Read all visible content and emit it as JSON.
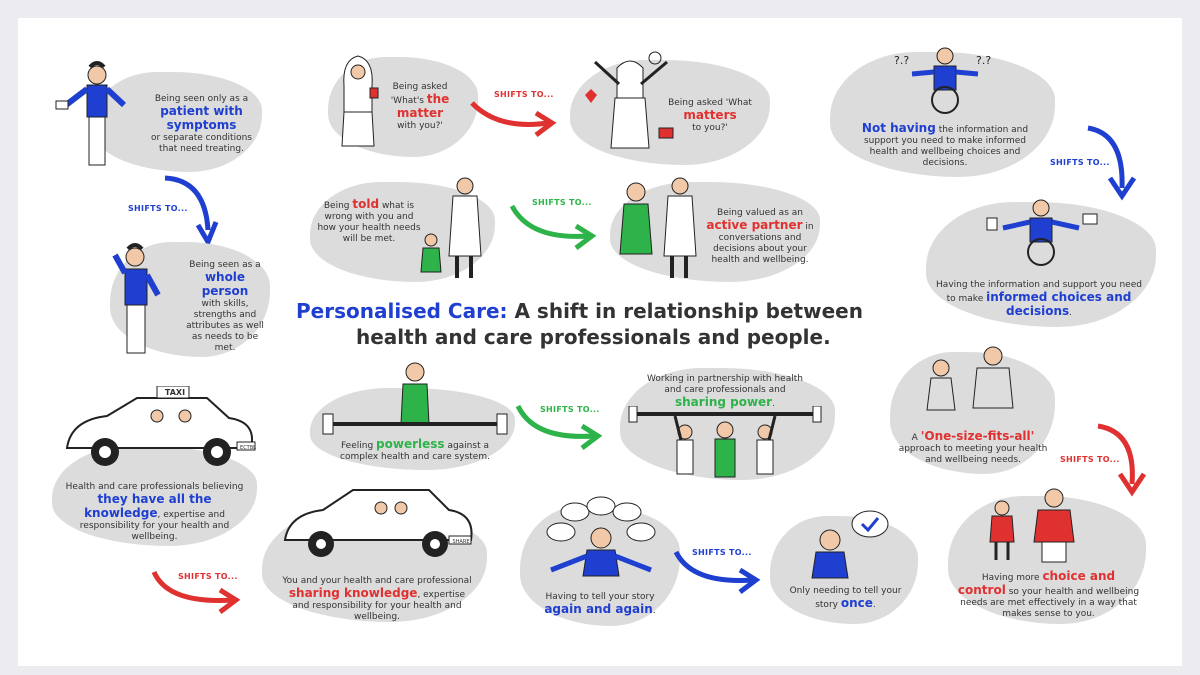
{
  "title": {
    "lead": "Personalised Care:",
    "rest1": " A shift in relationship between",
    "rest2": "health and care professionals and people."
  },
  "shifts_label": "SHIFTS TO...",
  "panels": {
    "p1a": {
      "pre": "Being seen only as a ",
      "em": "patient with symptoms",
      "post": "or separate conditions that need treating."
    },
    "p1b": {
      "pre": "Being seen as a ",
      "em": "whole person",
      "post": "with skills, strengths and attributes as well as needs to be met."
    },
    "p2a": {
      "pre": "Being asked 'What's ",
      "em": "the matter",
      "post": "with you?'"
    },
    "p2b": {
      "pre": "Being asked 'What ",
      "em": "matters",
      "post": "to you?'"
    },
    "p3a": {
      "pre": "",
      "em": "Not having",
      "post": "the information and support you need to make informed health and wellbeing choices and decisions."
    },
    "p3b": {
      "pre": "Having the information and support you need to make ",
      "em": "informed choices and decisions",
      "post": "."
    },
    "p4a": {
      "pre": "Being ",
      "em": "told",
      "post": "what is wrong with you and how your health needs will be met."
    },
    "p4b": {
      "pre": "Being valued as an ",
      "em": "active partner",
      "post": "in conversations and decisions about your health and wellbeing."
    },
    "p5a": {
      "pre": "Health and care professionals believing ",
      "em": "they have all the knowledge",
      "post": ", expertise and responsibility for your health and wellbeing."
    },
    "p5b": {
      "pre": "You and your health and care professional ",
      "em": "sharing knowledge",
      "post": ", expertise and responsibility for your health and wellbeing."
    },
    "p6a": {
      "pre": "Feeling ",
      "em": "powerless",
      "post": "against a complex health and care system."
    },
    "p6b": {
      "pre": "Working in partnership with health and care professionals and ",
      "em": "sharing power",
      "post": "."
    },
    "p7a": {
      "pre": "A ",
      "em": "'One-size-fits-all'",
      "post": "approach to meeting your health and wellbeing needs."
    },
    "p7b": {
      "pre": "Having more ",
      "em": "choice and control",
      "post": "so your health and wellbeing needs are met effectively in a way that makes sense to you."
    },
    "p8a": {
      "pre": "Having to tell your story ",
      "em": "again and again",
      "post": "."
    },
    "p8b": {
      "pre": "Only needing to tell your story ",
      "em": "once",
      "post": "."
    }
  },
  "car_signs": {
    "taxi": "TAXI",
    "plate1": "ECTBL",
    "plate2": "SHARE"
  },
  "colors": {
    "blue": "#1f3fd0",
    "red": "#e03131",
    "green": "#2db34a",
    "grey_blob": "#dcdcdc"
  }
}
